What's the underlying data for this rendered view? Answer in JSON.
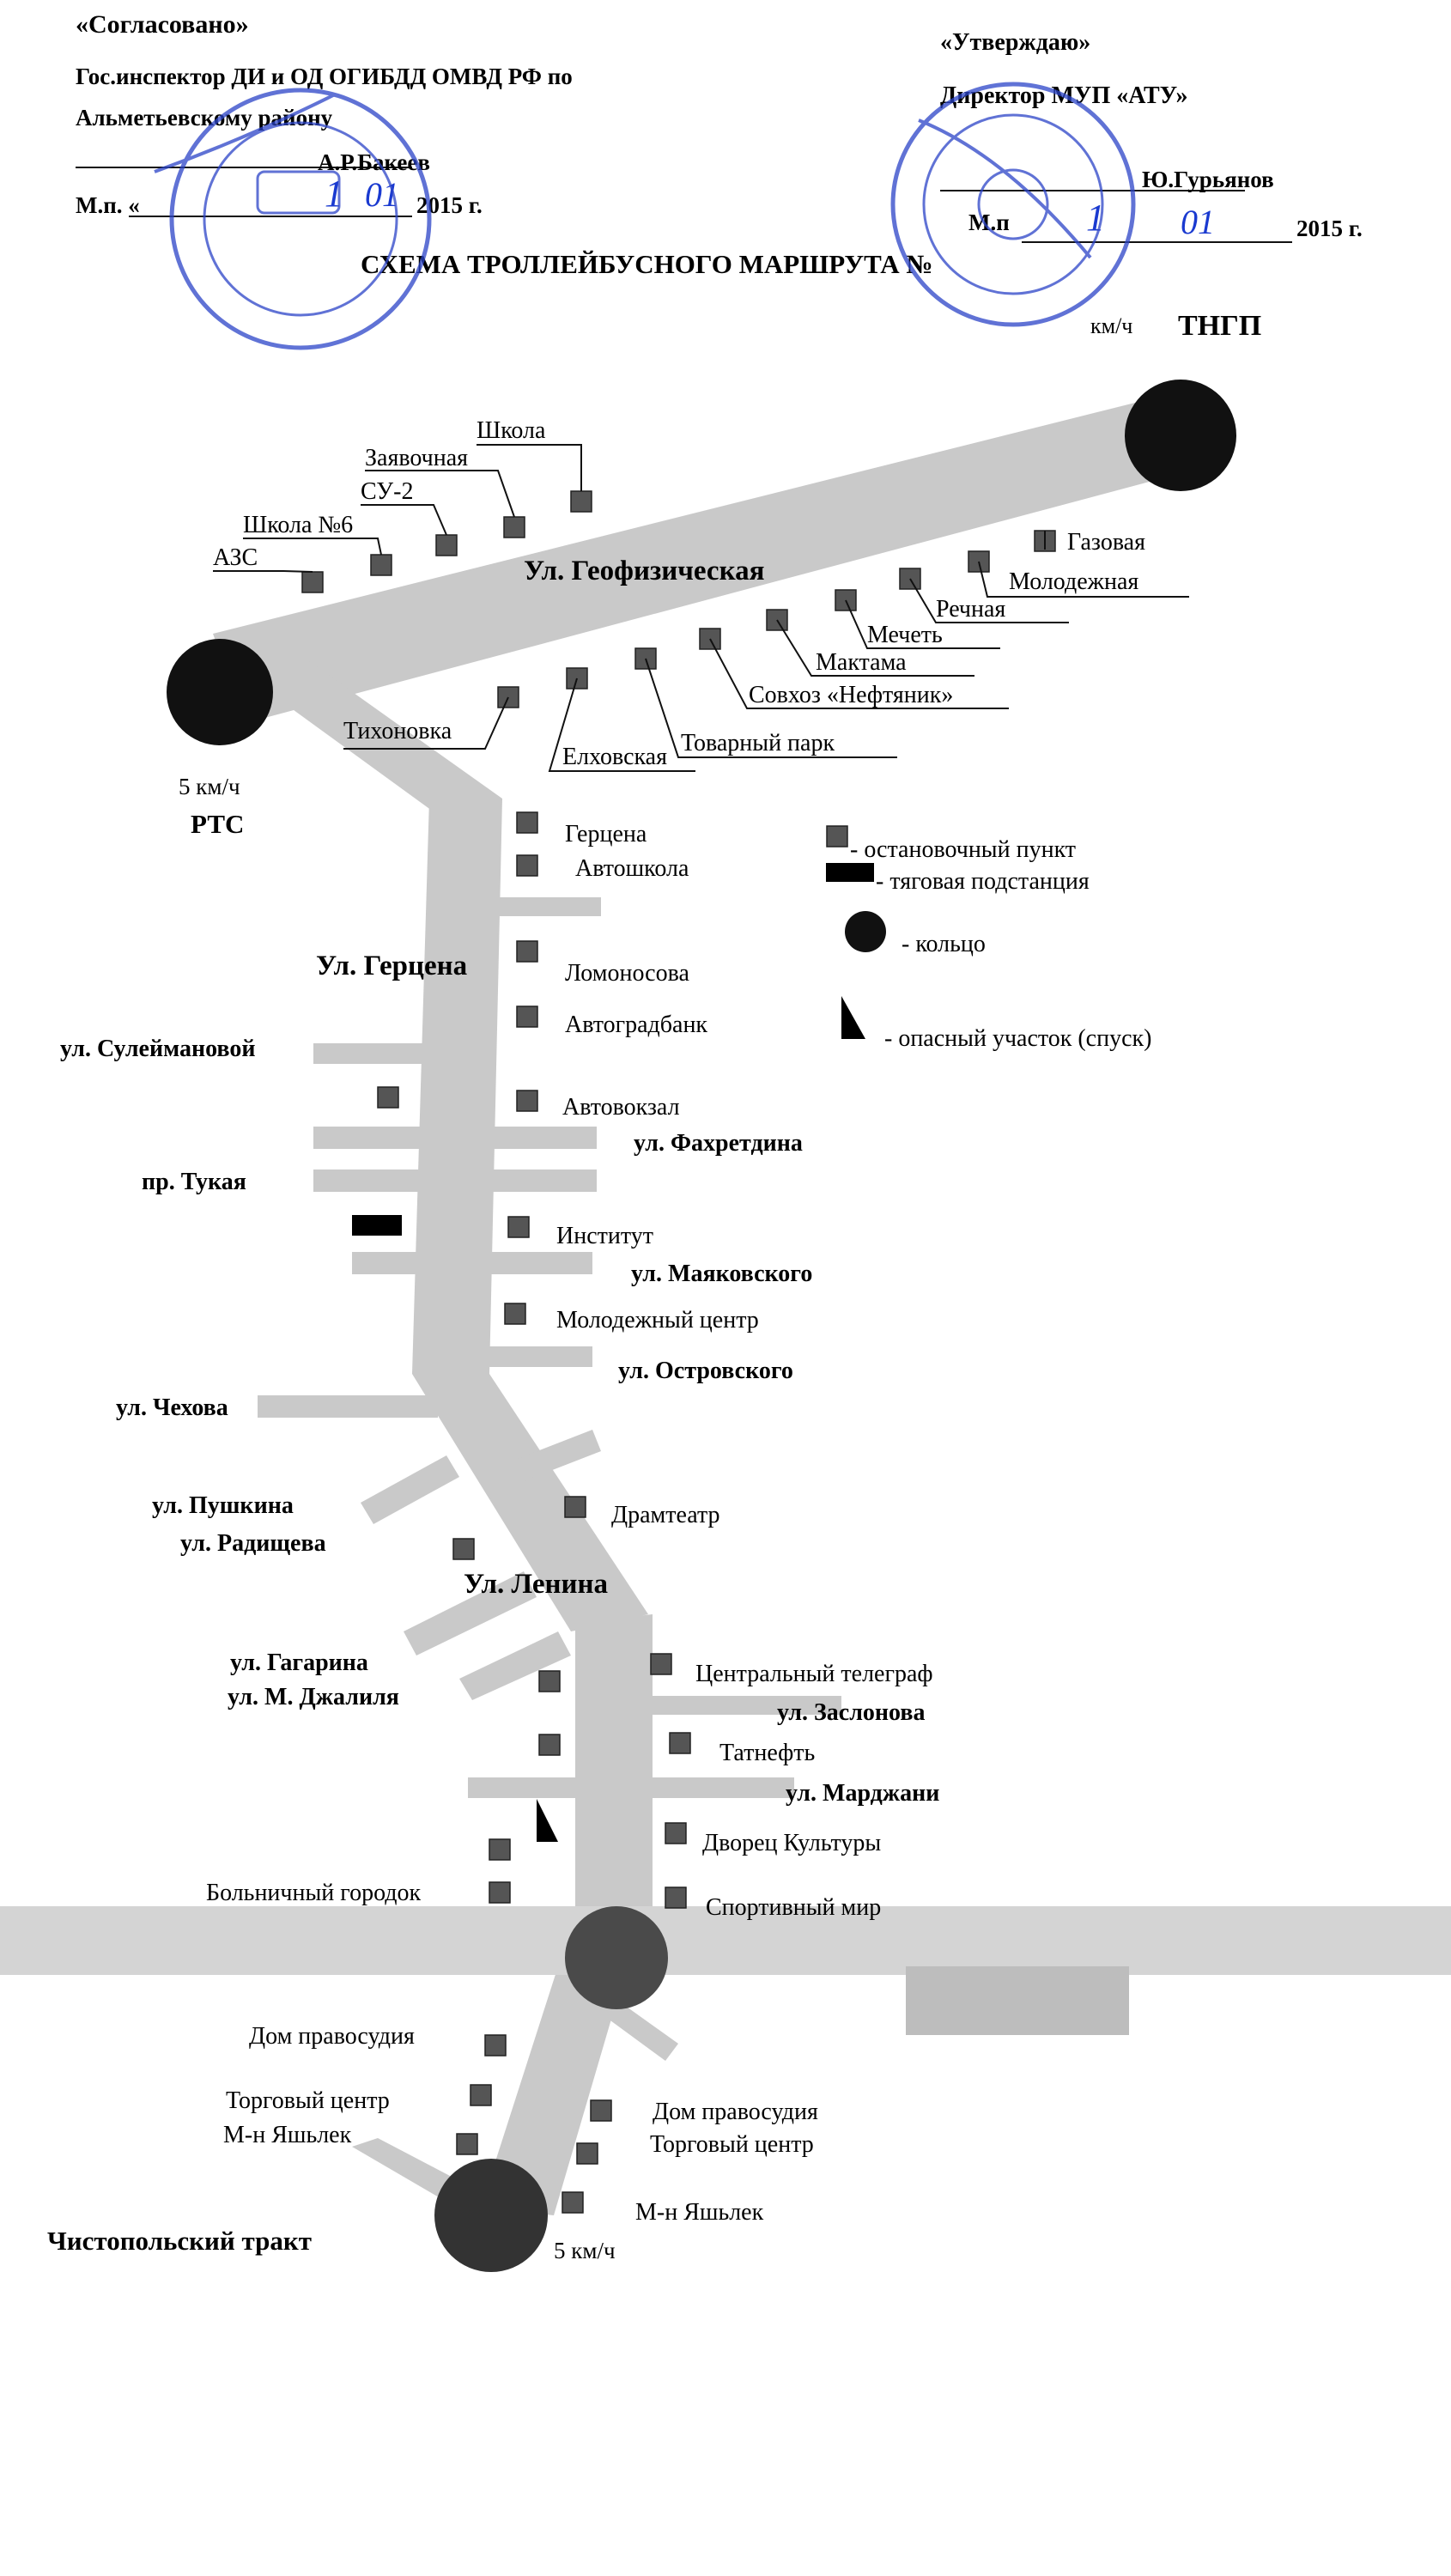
{
  "header": {
    "agreed_label": "«Согласовано»",
    "agreed_line1": "Гос.инспектор ДИ и ОД ОГИБДД ОМВД РФ по",
    "agreed_line2": "Альметьевскому району",
    "agreed_signature": "А.Р.Бакеев",
    "agreed_date_prefix": "М.п. «",
    "agreed_day": "1",
    "agreed_month": "01",
    "agreed_year": "2015 г.",
    "approve_label": "«Утверждаю»",
    "approve_position": "Директор МУП «АТУ»",
    "approve_signature": "Ю.Гурьянов",
    "approve_date_prefix": "М.п",
    "approve_day": "1",
    "approve_month": "01",
    "approve_year": "2015 г.",
    "title": "СХЕМА ТРОЛЛЕЙБУСНОГО МАРШРУТА №"
  },
  "terminals": {
    "top_right_speed": "км/ч",
    "top_right_name": "ТНГП",
    "left_speed": "5 км/ч",
    "left_name": "РТС",
    "bottom_speed": "5 км/ч",
    "bottom_name": "Чистопольский тракт"
  },
  "streets": {
    "geofiz": "Ул. Геофизическая",
    "gercena": "Ул. Герцена",
    "suleim": "ул. Сулеймановой",
    "fakhret": "ул. Фахретдина",
    "tukaya": "пр. Тукая",
    "mayak": "ул. Маяковского",
    "ostrov": "ул. Островского",
    "chekhov": "ул. Чехова",
    "pushkin": "ул. Пушкина",
    "radish": "ул. Радищева",
    "lenin": "Ул. Ленина",
    "gagarin": "ул. Гагарина",
    "dzhalil": "ул. М. Джалиля",
    "zaslon": "ул. Заслонова",
    "mardzh": "ул. Марджани"
  },
  "stops": {
    "shkola": "Школа",
    "zayav": "Заявочная",
    "su2": "СУ-2",
    "shkola6": "Школа №6",
    "azs": "АЗС",
    "gazovaya": "Газовая",
    "molodezh": "Молодежная",
    "rechnaya": "Речная",
    "mechet": "Мечеть",
    "maktama": "Мактама",
    "sovkhoz": "Совхоз «Нефтяник»",
    "tovpark": "Товарный парк",
    "elkhov": "Елховская",
    "tikhon": "Тихоновка",
    "gercena": "Герцена",
    "avtoshk": "Автошкола",
    "lomon": "Ломоносова",
    "avtograd": "Автоградбанк",
    "avtovokz": "Автовокзал",
    "institut": "Институт",
    "molcentr": "Молодежный центр",
    "dramteatr": "Драмтеатр",
    "telegraf": "Центральный телеграф",
    "tatneft": "Татнефть",
    "dvorec": "Дворец Культуры",
    "bolnich": "Больничный городок",
    "sportmir": "Спортивный мир",
    "dompravL": "Дом правосудия",
    "torgL": "Торговый центр",
    "yashL": "М-н Яшьлек",
    "dompravR": "Дом правосудия",
    "torgR": "Торговый центр",
    "yashR": "М-н Яшьлек"
  },
  "legend": {
    "stop": "- остановочный пункт",
    "substation": "- тяговая подстанция",
    "ring": "- кольцо",
    "danger": "- опасный участок (спуск)"
  },
  "colors": {
    "road": "#c9c9c9",
    "ring": "#111111",
    "stop": "#555555",
    "stamp": "#2b44c8",
    "ink": "#1a3ad0"
  }
}
